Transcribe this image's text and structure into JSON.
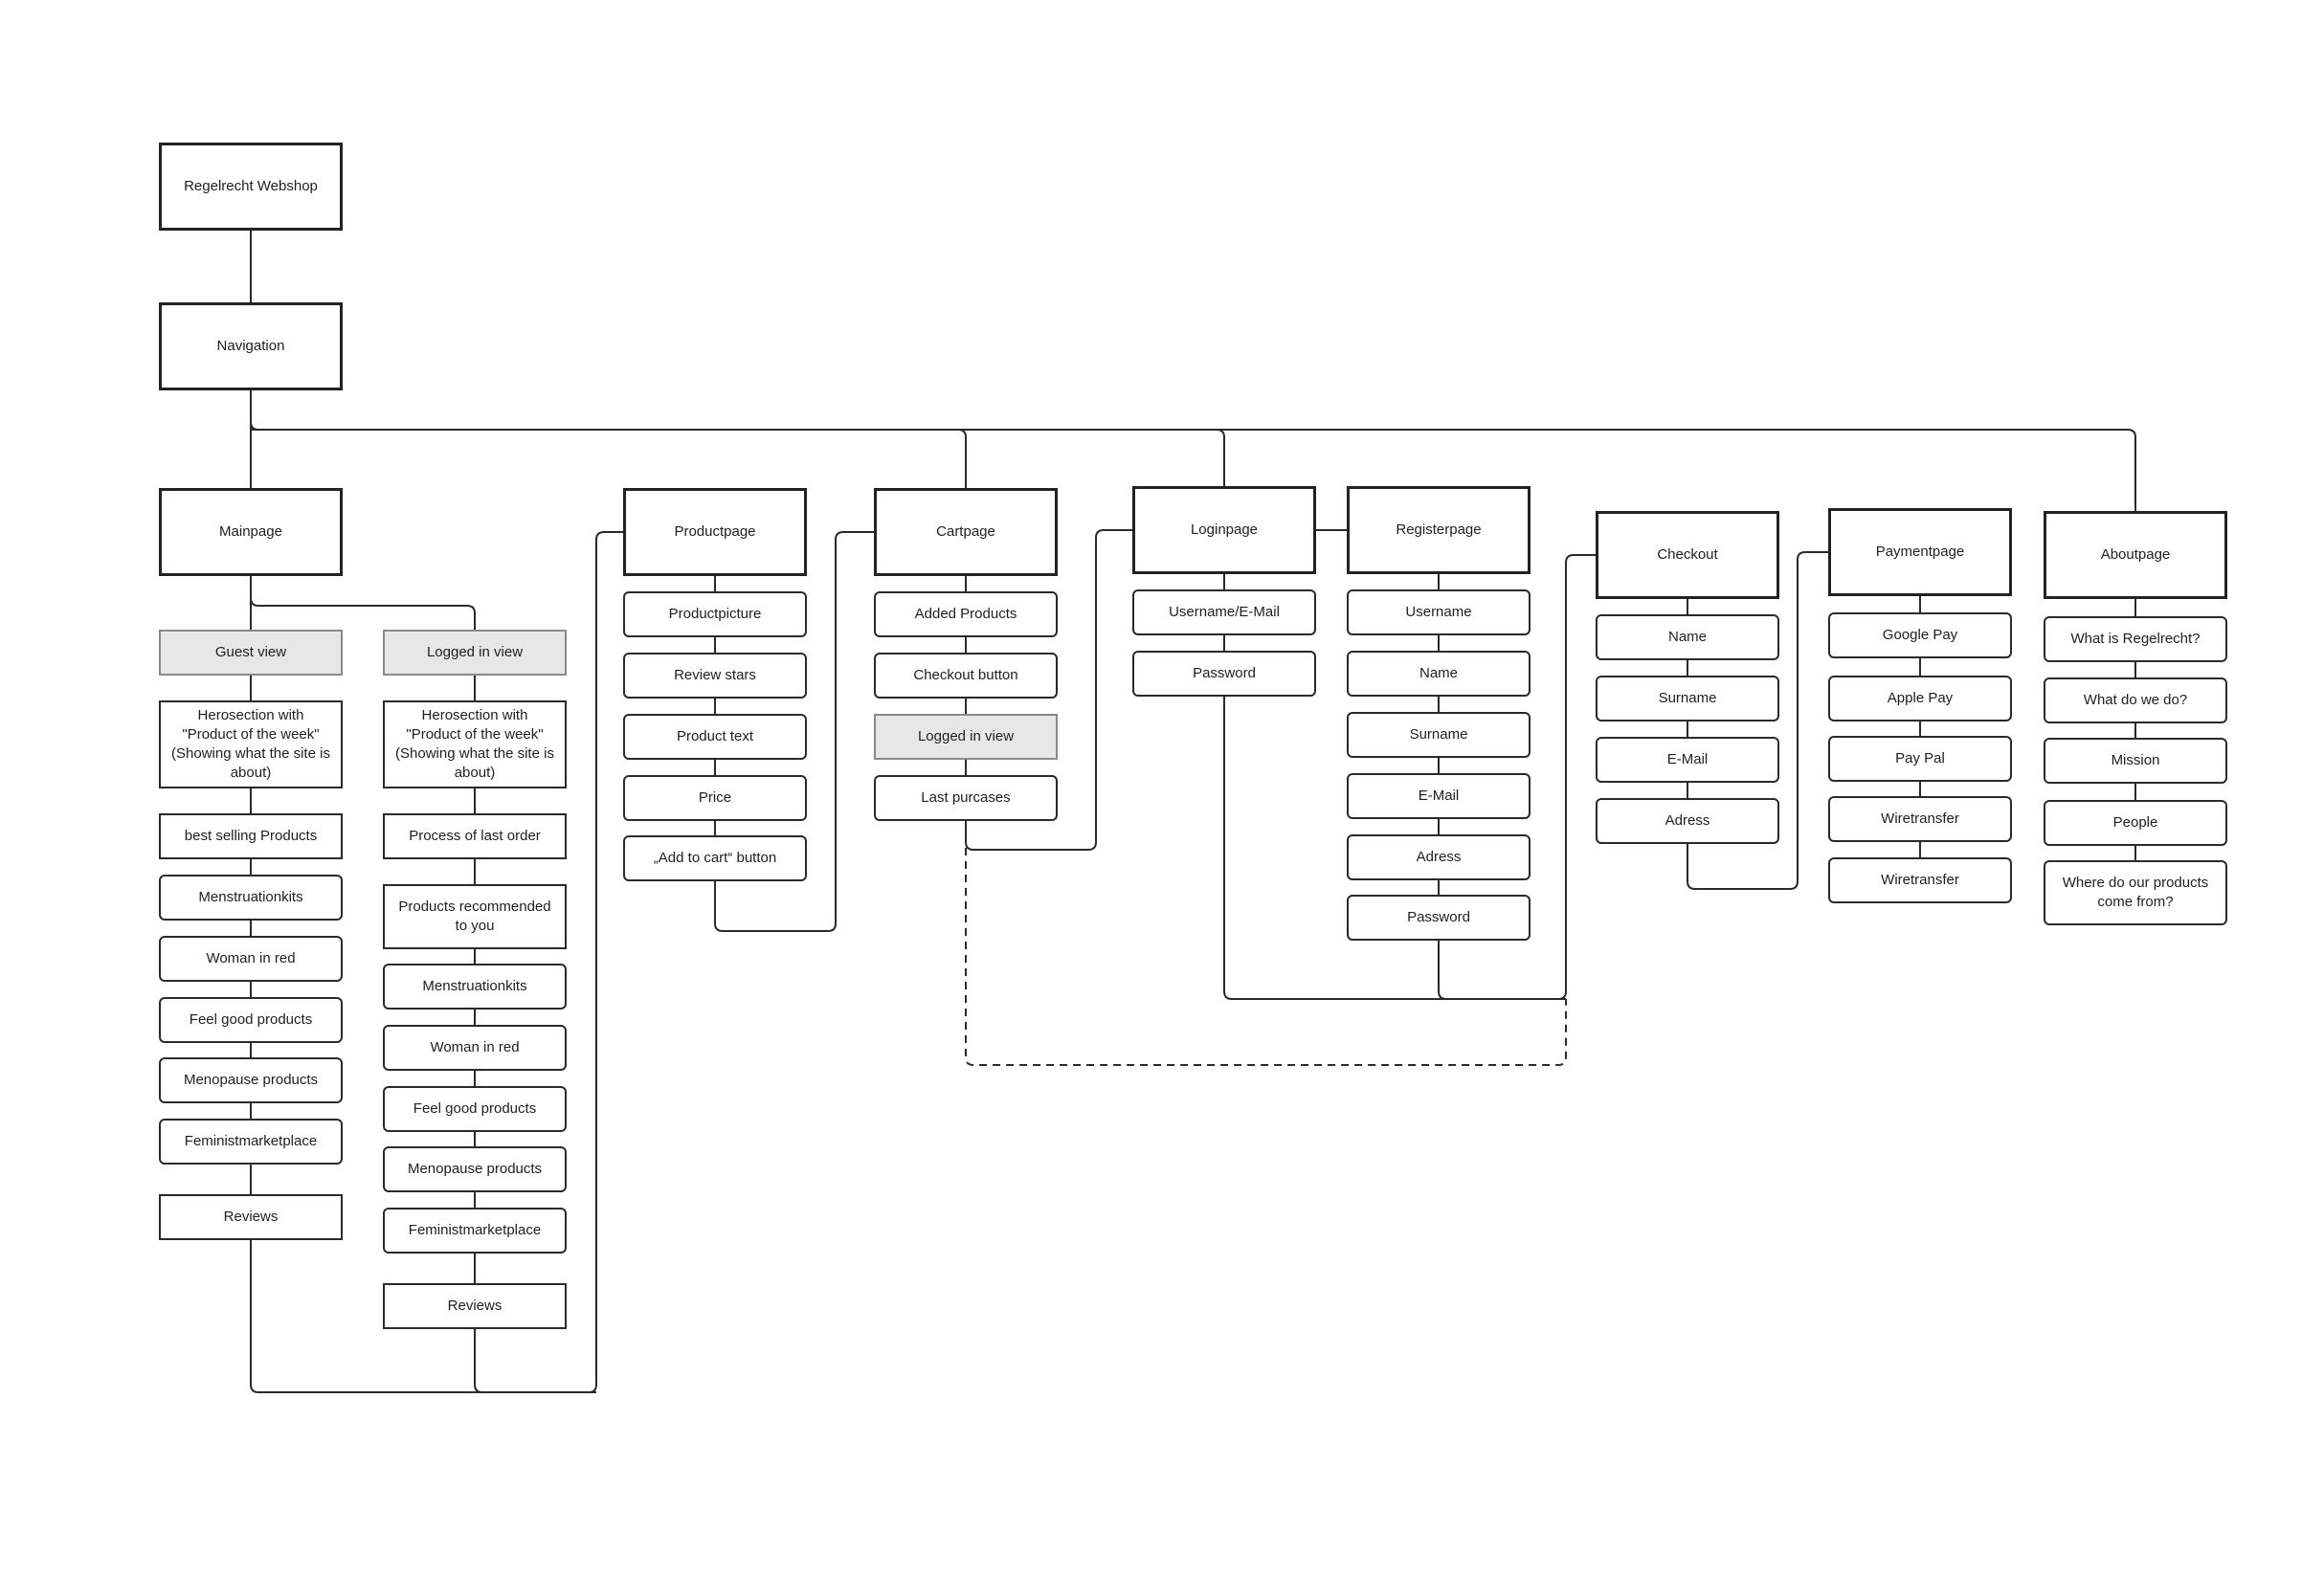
{
  "nodes": [
    {
      "id": "webshop",
      "label": "Regelrecht Webshop",
      "kind": "page"
    },
    {
      "id": "navigation",
      "label": "Navigation",
      "kind": "page"
    },
    {
      "id": "mainpage",
      "label": "Mainpage",
      "kind": "page"
    },
    {
      "id": "guest_view",
      "label": "Guest view",
      "kind": "grey"
    },
    {
      "id": "logged_in_view_main",
      "label": "Logged in view",
      "kind": "grey"
    },
    {
      "id": "g_hero",
      "label": "Herosection with \"Product of the week\" (Showing what the site is about)",
      "kind": "square"
    },
    {
      "id": "g_best_selling",
      "label": "best selling Products",
      "kind": "square"
    },
    {
      "id": "g_menstruationkits",
      "label": "Menstruationkits",
      "kind": "item"
    },
    {
      "id": "g_woman_in_red",
      "label": "Woman in red",
      "kind": "item"
    },
    {
      "id": "g_feel_good",
      "label": "Feel good products",
      "kind": "item"
    },
    {
      "id": "g_menopause",
      "label": "Menopause products",
      "kind": "item"
    },
    {
      "id": "g_feministmarketplace",
      "label": "Feministmarketplace",
      "kind": "item"
    },
    {
      "id": "g_reviews",
      "label": "Reviews",
      "kind": "square"
    },
    {
      "id": "l_hero",
      "label": "Herosection with \"Product of the week\" (Showing what the site is about)",
      "kind": "square"
    },
    {
      "id": "l_process",
      "label": "Process of last order",
      "kind": "square"
    },
    {
      "id": "l_recommended",
      "label": "Products recommended to you",
      "kind": "square"
    },
    {
      "id": "l_menstruationkits",
      "label": "Menstruationkits",
      "kind": "item"
    },
    {
      "id": "l_woman_in_red",
      "label": "Woman in red",
      "kind": "item"
    },
    {
      "id": "l_feel_good",
      "label": "Feel good products",
      "kind": "item"
    },
    {
      "id": "l_menopause",
      "label": "Menopause products",
      "kind": "item"
    },
    {
      "id": "l_feministmarketplace",
      "label": "Feministmarketplace",
      "kind": "item"
    },
    {
      "id": "l_reviews",
      "label": "Reviews",
      "kind": "square"
    },
    {
      "id": "productpage",
      "label": "Productpage",
      "kind": "page"
    },
    {
      "id": "p_picture",
      "label": "Productpicture",
      "kind": "item"
    },
    {
      "id": "p_review_stars",
      "label": "Review stars",
      "kind": "item"
    },
    {
      "id": "p_text",
      "label": "Product text",
      "kind": "item"
    },
    {
      "id": "p_price",
      "label": "Price",
      "kind": "item"
    },
    {
      "id": "p_add_to_cart",
      "label": "„Add to cart“ button",
      "kind": "item"
    },
    {
      "id": "cartpage",
      "label": "Cartpage",
      "kind": "page"
    },
    {
      "id": "c_added",
      "label": "Added Products",
      "kind": "item"
    },
    {
      "id": "c_checkout_button",
      "label": "Checkout button",
      "kind": "item"
    },
    {
      "id": "c_logged_in_view",
      "label": "Logged in view",
      "kind": "grey"
    },
    {
      "id": "c_last_purcases",
      "label": "Last purcases",
      "kind": "item"
    },
    {
      "id": "loginpage",
      "label": "Loginpage",
      "kind": "page"
    },
    {
      "id": "lp_username",
      "label": "Username/E-Mail",
      "kind": "item"
    },
    {
      "id": "lp_password",
      "label": "Password",
      "kind": "item"
    },
    {
      "id": "registerpage",
      "label": "Registerpage",
      "kind": "page"
    },
    {
      "id": "r_username",
      "label": "Username",
      "kind": "item"
    },
    {
      "id": "r_name",
      "label": "Name",
      "kind": "item"
    },
    {
      "id": "r_surname",
      "label": "Surname",
      "kind": "item"
    },
    {
      "id": "r_email",
      "label": "E-Mail",
      "kind": "item"
    },
    {
      "id": "r_adress",
      "label": "Adress",
      "kind": "item"
    },
    {
      "id": "r_password",
      "label": "Password",
      "kind": "item"
    },
    {
      "id": "checkout",
      "label": "Checkout",
      "kind": "page"
    },
    {
      "id": "co_name",
      "label": "Name",
      "kind": "item"
    },
    {
      "id": "co_surname",
      "label": "Surname",
      "kind": "item"
    },
    {
      "id": "co_email",
      "label": "E-Mail",
      "kind": "item"
    },
    {
      "id": "co_adress",
      "label": "Adress",
      "kind": "item"
    },
    {
      "id": "paymentpage",
      "label": "Paymentpage",
      "kind": "page"
    },
    {
      "id": "pay_google",
      "label": "Google Pay",
      "kind": "item"
    },
    {
      "id": "pay_apple",
      "label": "Apple Pay",
      "kind": "item"
    },
    {
      "id": "pay_paypal",
      "label": "Pay Pal",
      "kind": "item"
    },
    {
      "id": "pay_wiretransfer_1",
      "label": "Wiretransfer",
      "kind": "item"
    },
    {
      "id": "pay_wiretransfer_2",
      "label": "Wiretransfer",
      "kind": "item"
    },
    {
      "id": "aboutpage",
      "label": "Aboutpage",
      "kind": "page"
    },
    {
      "id": "a_what_is",
      "label": "What is Regelrecht?",
      "kind": "item"
    },
    {
      "id": "a_what_do",
      "label": "What do we do?",
      "kind": "item"
    },
    {
      "id": "a_mission",
      "label": "Mission",
      "kind": "item"
    },
    {
      "id": "a_people",
      "label": "People",
      "kind": "item"
    },
    {
      "id": "a_where",
      "label": "Where do our products come from?",
      "kind": "item"
    }
  ],
  "edges": [
    {
      "from": "webshop",
      "to": "navigation",
      "style": "solid"
    },
    {
      "from": "navigation",
      "to": "mainpage",
      "style": "solid"
    },
    {
      "from": "navigation",
      "to": "cartpage",
      "style": "solid"
    },
    {
      "from": "navigation",
      "to": "loginpage",
      "style": "solid"
    },
    {
      "from": "navigation",
      "to": "aboutpage",
      "style": "solid"
    },
    {
      "from": "mainpage",
      "to": "guest_view",
      "style": "solid"
    },
    {
      "from": "mainpage",
      "to": "logged_in_view_main",
      "style": "solid"
    },
    {
      "from": "guest_view",
      "to": "productpage",
      "style": "solid"
    },
    {
      "from": "logged_in_view_main",
      "to": "productpage",
      "style": "solid"
    },
    {
      "from": "productpage",
      "to": "cartpage",
      "style": "solid"
    },
    {
      "from": "cartpage",
      "to": "loginpage",
      "style": "solid"
    },
    {
      "from": "loginpage",
      "to": "registerpage",
      "style": "solid"
    },
    {
      "from": "loginpage",
      "to": "checkout",
      "style": "solid"
    },
    {
      "from": "registerpage",
      "to": "checkout",
      "style": "solid"
    },
    {
      "from": "cartpage",
      "to": "checkout",
      "style": "dashed"
    },
    {
      "from": "checkout",
      "to": "paymentpage",
      "style": "solid"
    }
  ]
}
